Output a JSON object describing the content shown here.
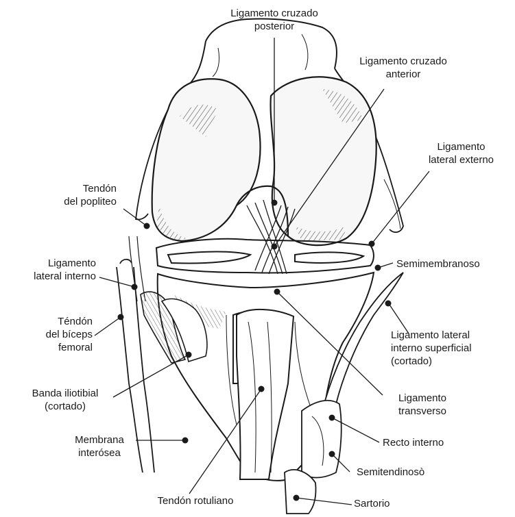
{
  "labels": {
    "posterior_cruciate": [
      "Ligamento cruzado",
      "posterior"
    ],
    "anterior_cruciate": [
      "Ligamento cruzado",
      "anterior"
    ],
    "lateral_external": [
      "Ligamento",
      "lateral externo"
    ],
    "popliteus_tendon": [
      "Tendón",
      "del popliteo"
    ],
    "lateral_internal": [
      "Ligamento",
      "lateral interno"
    ],
    "semimembranosus": [
      "Semimembranoso"
    ],
    "biceps_tendon": [
      "Téndón",
      "del bíceps",
      "femoral"
    ],
    "superficial_mcl": [
      "Ligamento lateral",
      "interno superficial",
      "(cortado)"
    ],
    "iliotibial_band": [
      "Banda iliotibial",
      "(cortado)"
    ],
    "transverse_ligament": [
      "Ligamento",
      "transverso"
    ],
    "interosseous_membrane": [
      "Membrana",
      "interósea"
    ],
    "gracilis": [
      "Recto interno"
    ],
    "semitendinosus": [
      "Semitendinosò"
    ],
    "patellar_tendon": [
      "Tendón rotuliano"
    ],
    "sartorius": [
      "Sartorio"
    ]
  },
  "colors": {
    "ink": "#1a1a1a",
    "paper": "#ffffff",
    "shade": "#8a8a8a"
  }
}
